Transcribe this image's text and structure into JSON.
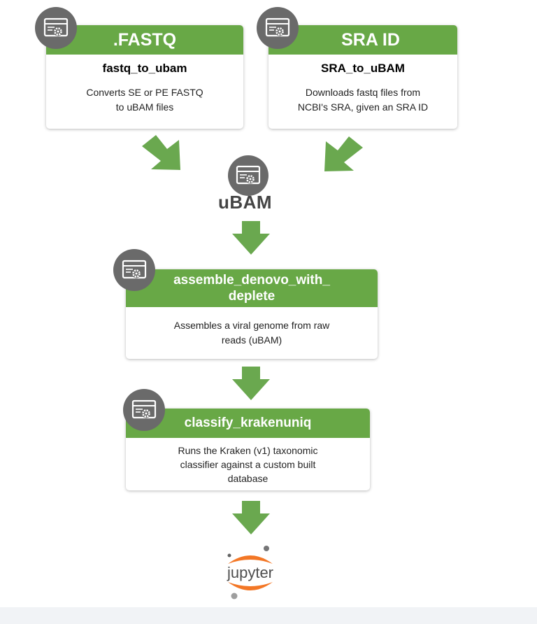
{
  "nodes": {
    "fastq": {
      "header": ".FASTQ",
      "name": "fastq_to_ubam",
      "desc_lines": [
        "Converts SE or PE FASTQ",
        "to uBAM files"
      ]
    },
    "sra": {
      "header": "SRA ID",
      "name": "SRA_to_uBAM",
      "desc_lines": [
        "Downloads fastq files from",
        "NCBI's SRA, given an SRA ID"
      ]
    },
    "ubam": {
      "label": "uBAM"
    },
    "assemble": {
      "header_lines": [
        "assemble_denovo_with_",
        "deplete"
      ],
      "desc_lines": [
        "Assembles a viral genome from raw",
        "reads (uBAM)"
      ]
    },
    "classify": {
      "header": "classify_krakenuniq",
      "desc_lines": [
        "Runs the Kraken (v1) taxonomic",
        "classifier against a custom built",
        "database"
      ]
    },
    "jupyter": {
      "logo_text": "jupyter"
    }
  },
  "icons": {
    "workflow": "workflow-gear-icon",
    "arrow": "down-arrow-icon",
    "logo": "jupyter-logo"
  },
  "colors": {
    "header_green": "#68a846",
    "arrow_green": "#6aa84f",
    "badge_gray": "#6a6a6a",
    "jupyter_orange": "#f37726"
  }
}
